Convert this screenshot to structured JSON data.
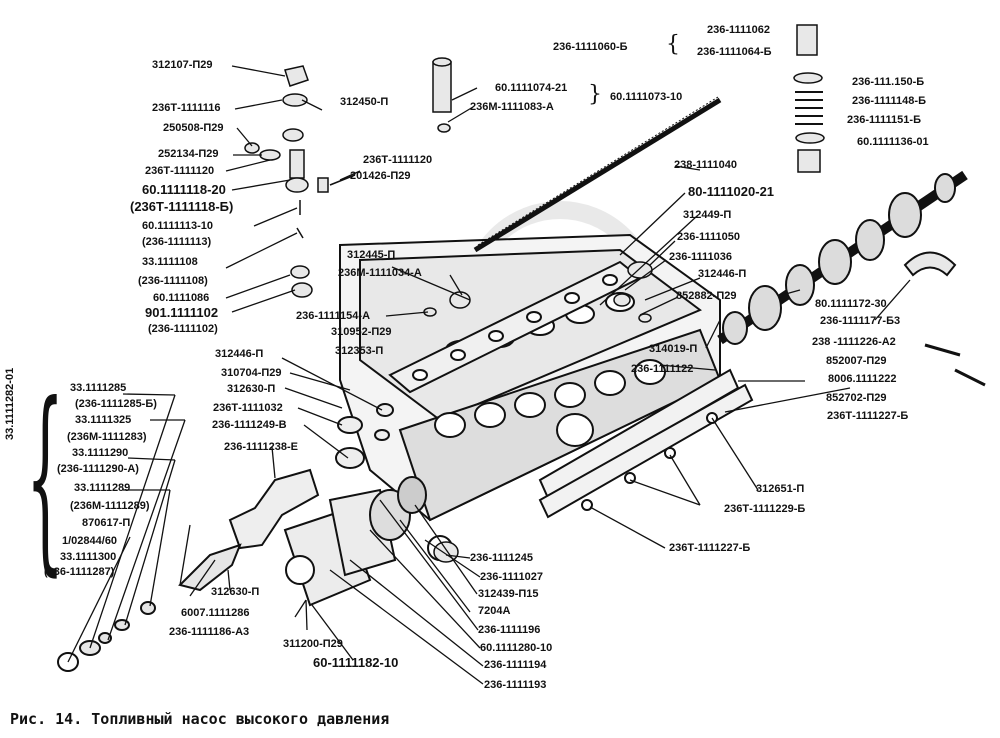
{
  "caption": "Рис. 14. Топливный насос высокого давления",
  "group_label": "33.1111282-01",
  "labels": {
    "l01": "312107-П29",
    "l02": "236Т-1111116",
    "l03": "312450-П",
    "l04": "250508-П29",
    "l05": "252134-П29",
    "l06": "236Т-1111120",
    "l07": "60.1111118-20",
    "l08": "(236Т-1111118-Б)",
    "l09": "60.1111113-10",
    "l10": "(236-1111113)",
    "l11": "33.1111108",
    "l12": "(236-1111108)",
    "l13": "60.1111086",
    "l14": "901.1111102",
    "l15": "(236-1111102)",
    "l16": "236Т-1111120",
    "l17": "201426-П29",
    "l18": "60.1111074-21",
    "l19": "236М-1111083-А",
    "l20": "60.1111073-10",
    "l21": "236-1111060-Б",
    "l22": "236-1111062",
    "l23": "236-1111064-Б",
    "l24": "236-111.150-Б",
    "l25": "236-1111148-Б",
    "l26": "236-1111151-Б",
    "l27": "60.1111136-01",
    "l28": "238-1111040",
    "l29": "80-1111020-21",
    "l30": "312449-П",
    "l31": "236-1111050",
    "l32": "236-1111036",
    "l33": "312446-П",
    "l34": "852882-П29",
    "l35": "312445-П",
    "l36": "236М-1111034-А",
    "l37": "236-1111154-А",
    "l38": "310952-П29",
    "l39": "312353-П",
    "l40": "314019-П",
    "l41": "236-1111122",
    "l42": "80.1111172-30",
    "l43": "236-1111177-Б3",
    "l44": "238 -1111226-А2",
    "l45": "852007-П29",
    "l46": "8006.1111222",
    "l47": "852702-П29",
    "l48": "236Т-1111227-Б",
    "l49": "312446-П",
    "l50": "310704-П29",
    "l51": "312630-П",
    "l52": "236Т-1111032",
    "l53": "236-1111249-В",
    "l54": "236-1111238-Е",
    "l55": "33.1111285",
    "l56": "(236-1111285-Б)",
    "l57": "33.1111325",
    "l58": "(236М-1111283)",
    "l59": "33.1111290",
    "l60": "(236-1111290-А)",
    "l61": "33.1111289",
    "l62": "(236М-1111289)",
    "l63": "870617-П",
    "l64": "1/02844/60",
    "l65": "33.1111300",
    "l66": "(236-1111287)",
    "l67": "312651-П",
    "l68": "236Т-1111229-Б",
    "l69": "236Т-1111227-Б",
    "l70": "236-1111245",
    "l71": "236-1111027",
    "l72": "312439-П15",
    "l73": "7204А",
    "l74": "236-1111196",
    "l75": "60.1111280-10",
    "l76": "236-1111194",
    "l77": "236-1111193",
    "l78": "312630-П",
    "l79": "6007.1111286",
    "l80": "236-1111186-А3",
    "l81": "311200-П29",
    "l82": "60-1111182-10"
  }
}
